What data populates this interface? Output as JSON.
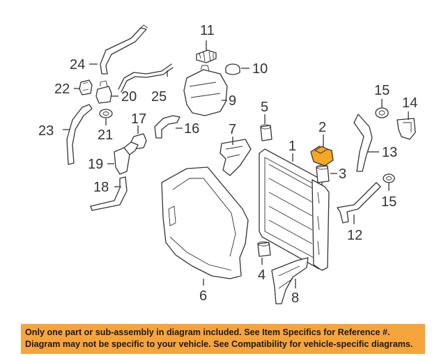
{
  "callouts": {
    "c1": "1",
    "c2": "2",
    "c3": "3",
    "c4": "4",
    "c5": "5",
    "c6": "6",
    "c7": "7",
    "c8": "8",
    "c9": "9",
    "c10": "10",
    "c11": "11",
    "c12": "12",
    "c13": "13",
    "c14": "14",
    "c15a": "15",
    "c15b": "15",
    "c16": "16",
    "c17": "17",
    "c18": "18",
    "c19": "19",
    "c20": "20",
    "c21": "21",
    "c22": "22",
    "c23": "23",
    "c24": "24",
    "c25": "25"
  },
  "highlighted_part": "2",
  "colors": {
    "highlight": "#f5a623",
    "banner": "#f6a43c",
    "line": "#333333"
  },
  "footer": {
    "line1": "Only one part or sub-assembly in diagram included. See Item Specifics for Reference #.",
    "line2": "Diagram may not be specific to your vehicle. See Compatibility for vehicle-specific diagrams."
  }
}
